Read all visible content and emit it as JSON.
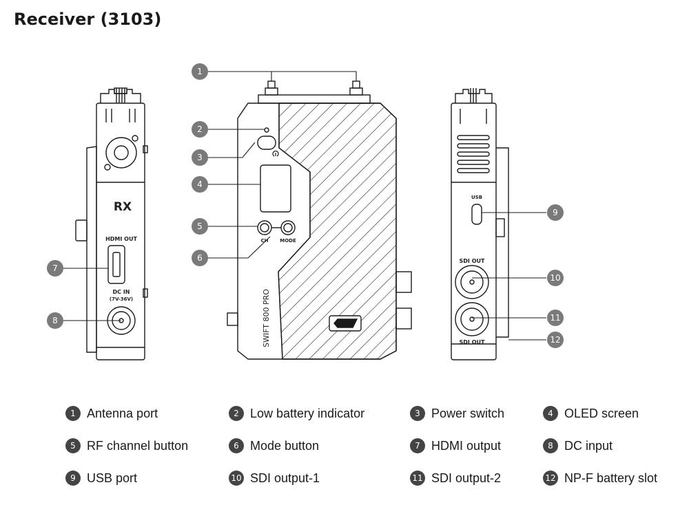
{
  "title": "Receiver (3103)",
  "device_labels": {
    "rx": "RX",
    "hdmi_out": "HDMI OUT",
    "dc_in": "DC IN",
    "dc_range": "(7V-36V)",
    "ch": "CH",
    "mode": "MODE",
    "product": "SWIFT 800 PRO",
    "usb": "USB",
    "sdi_out_top": "SDI OUT",
    "sdi_out_bottom": "SDI OUT"
  },
  "callouts": [
    "1",
    "2",
    "3",
    "4",
    "5",
    "6",
    "7",
    "8",
    "9",
    "10",
    "11",
    "12"
  ],
  "legend": [
    {
      "num": "1",
      "label": "Antenna port"
    },
    {
      "num": "2",
      "label": "Low battery indicator"
    },
    {
      "num": "3",
      "label": "Power switch"
    },
    {
      "num": "4",
      "label": "OLED screen"
    },
    {
      "num": "5",
      "label": "RF channel button"
    },
    {
      "num": "6",
      "label": "Mode button"
    },
    {
      "num": "7",
      "label": "HDMI output"
    },
    {
      "num": "8",
      "label": "DC input"
    },
    {
      "num": "9",
      "label": "USB port"
    },
    {
      "num": "10",
      "label": "SDI output-1"
    },
    {
      "num": "11",
      "label": "SDI output-2"
    },
    {
      "num": "12",
      "label": "NP-F battery slot"
    }
  ],
  "colors": {
    "line": "#1a1a1a",
    "callout_fill": "#7a7a7a",
    "legend_badge": "#444444"
  }
}
